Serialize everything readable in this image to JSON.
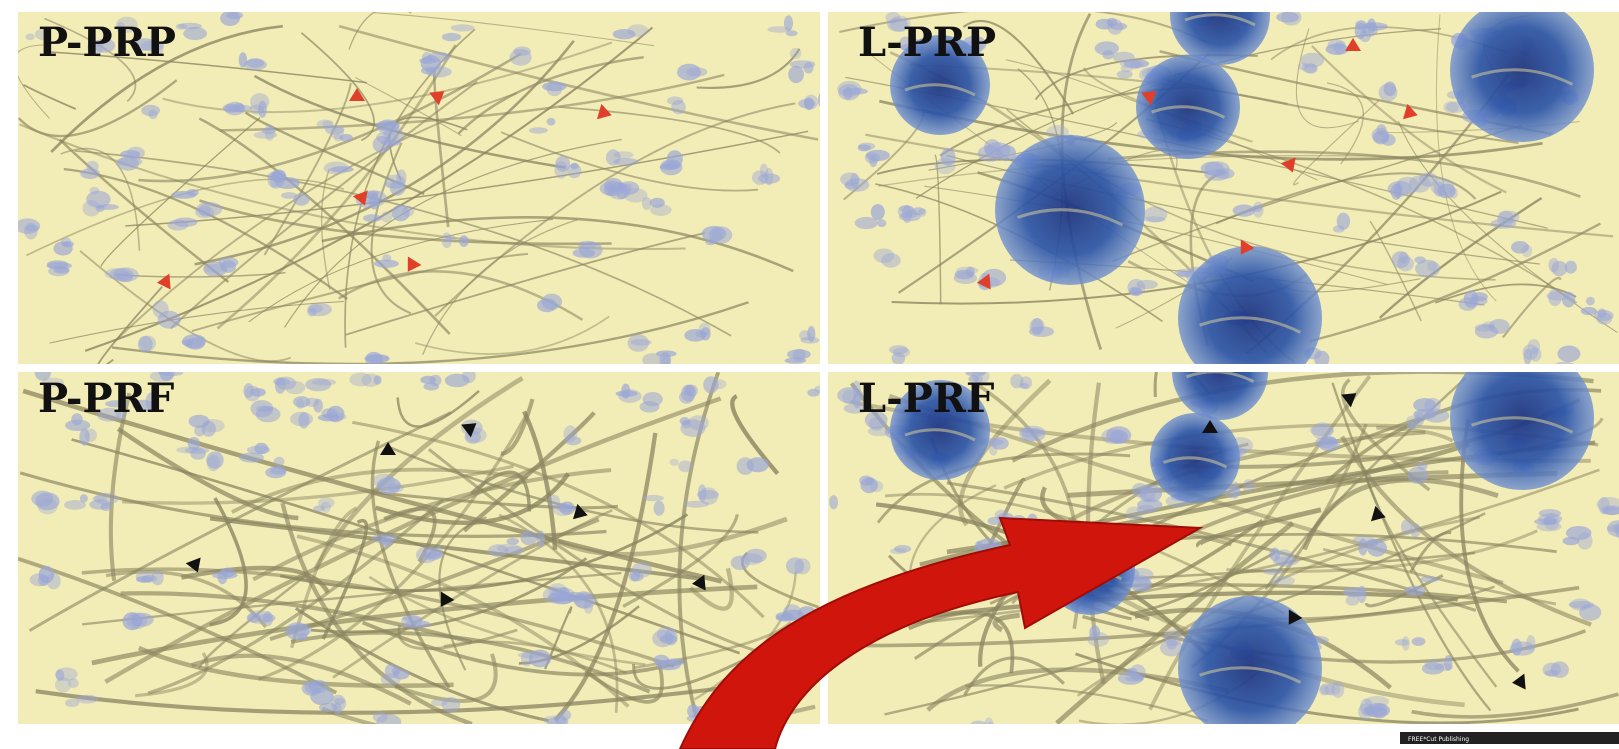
{
  "panels": [
    {
      "id": "p-prp",
      "label": "P-PRP",
      "marker_color": "#e0402a"
    },
    {
      "id": "l-prp",
      "label": "L-PRP",
      "marker_color": "#e0402a"
    },
    {
      "id": "p-prf",
      "label": "P-PRF",
      "marker_color": "#111111"
    },
    {
      "id": "l-prf",
      "label": "L-PRF",
      "marker_color": "#111111"
    }
  ],
  "colors": {
    "background": "#f2ecb6",
    "fibrin": "#8a8460",
    "platelet": "#9aa6d6",
    "leukocyte": "#1f3f96",
    "big_arrow": "#d0150c",
    "divider": "#ffffff"
  },
  "credit": "FREE*Cut Publishing"
}
